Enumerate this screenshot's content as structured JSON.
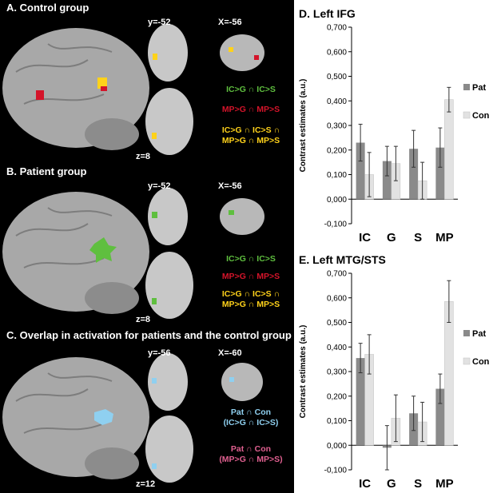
{
  "panels": [
    {
      "title": "A. Control group",
      "coords": {
        "y": "y=-52",
        "x": "X=-56",
        "z": "z=8"
      },
      "legend": [
        "IC>G ∩ IC>S",
        "MP>G ∩ MP>S",
        "IC>G ∩ IC>S ∩",
        "MP>G ∩ MP>S"
      ]
    },
    {
      "title": "B. Patient group",
      "coords": {
        "y": "y=-52",
        "x": "X=-56",
        "z": "z=8"
      },
      "legend": [
        "IC>G ∩ IC>S",
        "MP>G ∩ MP>S",
        "IC>G ∩ IC>S ∩",
        "MP>G ∩ MP>S"
      ]
    },
    {
      "title": "C. Overlap in activation for patients and the control group",
      "coords": {
        "y": "y=-56",
        "x": "X=-60",
        "z": "z=12"
      },
      "legend": [
        "Pat ∩ Con",
        "(IC>G ∩ IC>S)",
        "Pat ∩ Con",
        "(MP>G ∩ MP>S)"
      ]
    }
  ],
  "colors": {
    "green": "#5fbf3f",
    "red": "#d4142a",
    "yellow": "#ffd21a",
    "cyan": "#8fd0f0",
    "pink": "#e06090",
    "pat_bar": "#8a8a8a",
    "con_bar": "#e2e2e2"
  },
  "chart_data": [
    {
      "type": "bar",
      "title": "D. Left IFG",
      "ylabel": "Contrast estimates (a.u.)",
      "categories": [
        "IC",
        "G",
        "S",
        "MP"
      ],
      "series": [
        {
          "name": "Pat",
          "values": [
            0.23,
            0.155,
            0.205,
            0.21
          ],
          "errors": [
            0.075,
            0.06,
            0.075,
            0.08
          ]
        },
        {
          "name": "Con",
          "values": [
            0.1,
            0.145,
            0.075,
            0.405
          ],
          "errors": [
            0.09,
            0.07,
            0.075,
            0.05
          ]
        }
      ],
      "ylim": [
        -0.1,
        0.7
      ],
      "yticks": [
        "-0,100",
        "0,000",
        "0,100",
        "0,200",
        "0,300",
        "0,400",
        "0,500",
        "0,600",
        "0,700"
      ],
      "legend_position": "right"
    },
    {
      "type": "bar",
      "title": "E. Left MTG/STS",
      "ylabel": "Contrast estimates (a.u.)",
      "categories": [
        "IC",
        "G",
        "S",
        "MP"
      ],
      "series": [
        {
          "name": "Pat",
          "values": [
            0.355,
            -0.01,
            0.13,
            0.23
          ],
          "errors": [
            0.06,
            0.09,
            0.07,
            0.06
          ]
        },
        {
          "name": "Con",
          "values": [
            0.37,
            0.11,
            0.095,
            0.585
          ],
          "errors": [
            0.08,
            0.095,
            0.08,
            0.085
          ]
        }
      ],
      "ylim": [
        -0.1,
        0.7
      ],
      "yticks": [
        "-0,100",
        "0,000",
        "0,100",
        "0,200",
        "0,300",
        "0,400",
        "0,500",
        "0,600",
        "0,700"
      ],
      "legend_position": "right"
    }
  ]
}
